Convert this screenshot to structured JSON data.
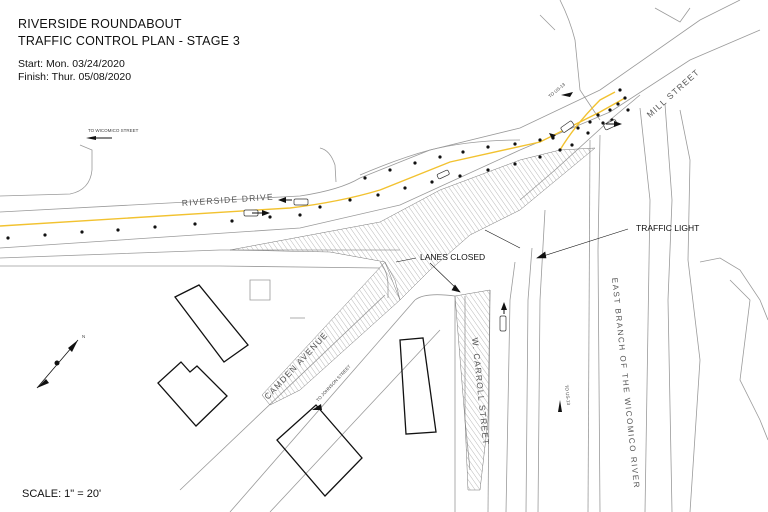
{
  "header": {
    "title": "RIVERSIDE ROUNDABOUT",
    "subtitle": "TRAFFIC CONTROL PLAN - STAGE 3",
    "start": "Start:   Mon. 03/24/2020",
    "finish": "Finish: Thur. 05/08/2020"
  },
  "scale": "SCALE: 1\" = 20'",
  "streets": {
    "riverside": "RIVERSIDE DRIVE",
    "mill": "MILL STREET",
    "camden": "CAMDEN AVENUE",
    "carroll": "W. CARROLL STREET",
    "river": "EAST BRANCH OF THE WICOMICO RIVER"
  },
  "small_labels": {
    "wicomico": "TO WICOMICO STREET",
    "us13": "TO US-13",
    "us50": "TO US-13",
    "johnson": "TO JOHNSON STREET"
  },
  "callouts": {
    "traffic_light": "TRAFFIC LIGHT",
    "lanes_closed": "LANES CLOSED"
  },
  "colors": {
    "centerline": "#f2c230",
    "hatch": "#8a8a8a",
    "linework": "#9a9a9a"
  }
}
